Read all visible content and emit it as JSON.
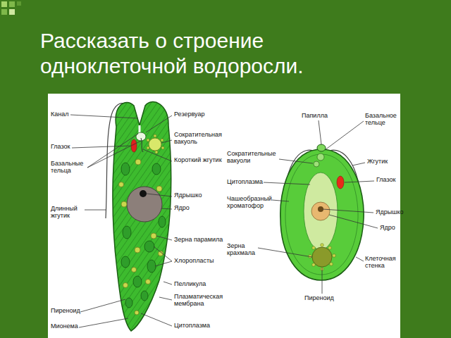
{
  "diagram": {
    "title": "Рассказать о строение одноклеточной водоросли.",
    "labels": [
      "Канал",
      "Глазок",
      "Базальные тельца",
      "Длинный жгутик",
      "Пиреноид",
      "Мионема",
      "Резервуар",
      "Сократительная вакуоль",
      "Короткий жгутик",
      "Ядрышко",
      "Ядро",
      "Зерна парамила",
      "Хлоропласты",
      "Пелликула",
      "Плазматическая мембрана",
      "Цитоплазма",
      "Папилла",
      "Базальное тельце",
      "Сократительные вакуоли",
      "Цитоплазма",
      "Чашеобразный хроматофор",
      "Жгутик",
      "Глазок",
      "Ядрышко",
      "Ядро",
      "Зерна крахмала",
      "Клеточная стенка",
      "Пиреноид"
    ]
  }
}
